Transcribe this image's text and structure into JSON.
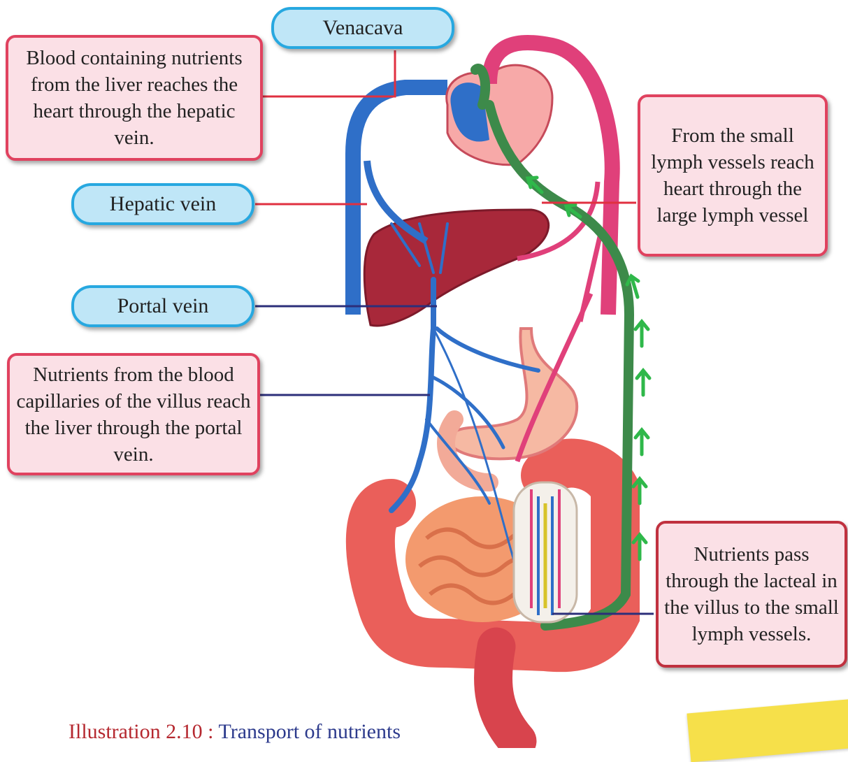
{
  "labels": {
    "venacava": "Venacava",
    "hepatic_vein": "Hepatic vein",
    "portal_vein": "Portal vein"
  },
  "notes": {
    "liver_to_heart": "Blood containing nutrients from the liver reaches the heart through the hepatic vein.",
    "lymph_to_heart": "From the small lymph vessels reach heart through the large lymph vessel",
    "villus_to_liver": "Nutrients from the blood capillaries of the villus reach the liver through the portal vein.",
    "lacteal": "Nutrients pass through the lacteal in the villus to the small lymph vessels."
  },
  "caption": {
    "number": "Illustration 2.10 : ",
    "title": "Transport of nutrients"
  },
  "colors": {
    "vein_blue": "#2f6fc8",
    "artery_red": "#e0407a",
    "lymph_green": "#3d8a4a",
    "arrow_green": "#2fb84a",
    "liver": "#a8283a",
    "intestine": "#f07a6a",
    "label_border": "#e0425f",
    "pill_border": "#27a8e0"
  }
}
